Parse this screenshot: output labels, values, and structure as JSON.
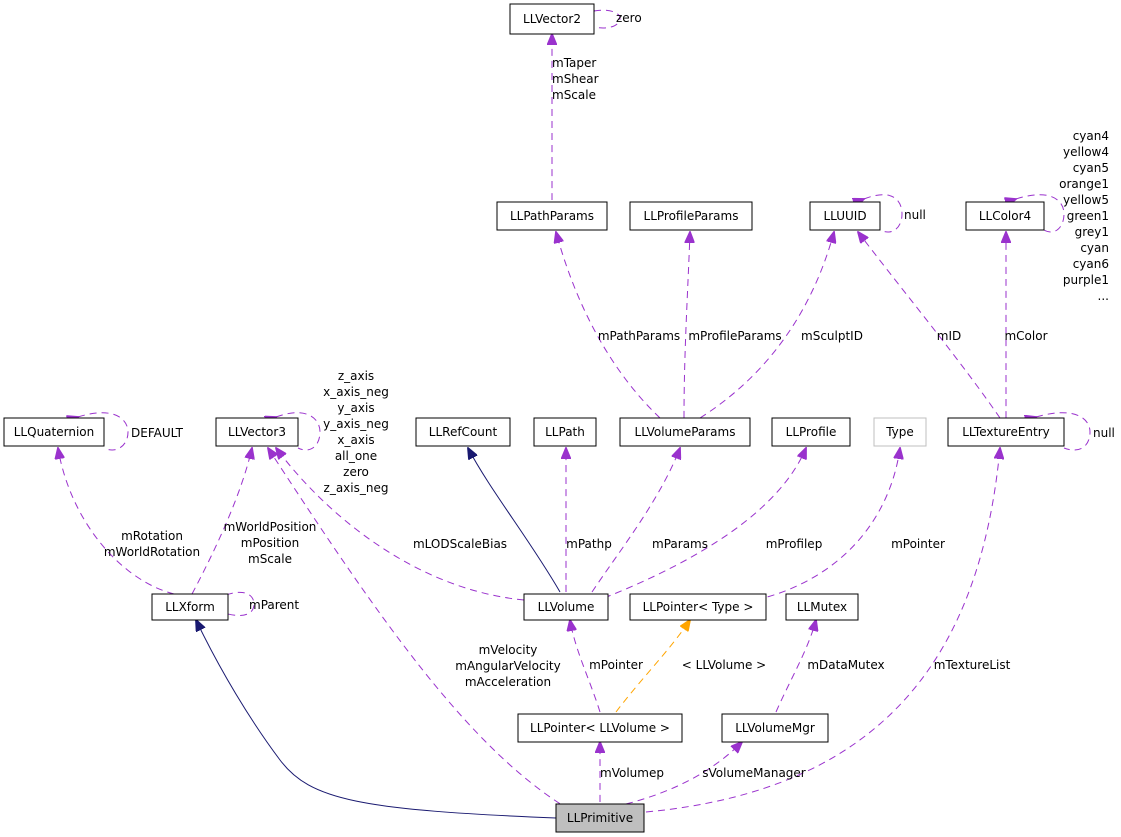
{
  "nodes": {
    "llvector2": "LLVector2",
    "llpathparams": "LLPathParams",
    "llprofileparams": "LLProfileParams",
    "lluuid": "LLUUID",
    "llcolor4": "LLColor4",
    "llquaternion": "LLQuaternion",
    "llvector3": "LLVector3",
    "llrefcount": "LLRefCount",
    "llpath": "LLPath",
    "llvolumeparams": "LLVolumeParams",
    "llprofile": "LLProfile",
    "type": "Type",
    "lltextureentry": "LLTextureEntry",
    "llxform": "LLXform",
    "llvolume": "LLVolume",
    "llpointer_type": "LLPointer< Type >",
    "llmutex": "LLMutex",
    "llpointer_llvolume": "LLPointer< LLVolume >",
    "llvolumemgr": "LLVolumeMgr",
    "llprimitive": "LLPrimitive"
  },
  "edge_labels": {
    "vector2_self": [
      "zero"
    ],
    "vector2_to_pathparams": [
      "mTaper",
      "mShear",
      "mScale"
    ],
    "uuid_self": [
      "null"
    ],
    "color4_self": [
      "cyan4",
      "yellow4",
      "cyan5",
      "orange1",
      "yellow5",
      "green1",
      "grey1",
      "cyan",
      "cyan6",
      "purple1",
      "..."
    ],
    "pathparams_to_volumeparams": [
      "mPathParams"
    ],
    "profileparams_to_volumeparams": [
      "mProfileParams"
    ],
    "uuid_to_volumeparams": [
      "mSculptID"
    ],
    "uuid_to_textureentry": [
      "mID"
    ],
    "color4_to_textureentry": [
      "mColor"
    ],
    "quaternion_self": [
      "DEFAULT"
    ],
    "vector3_self": [
      "z_axis",
      "x_axis_neg",
      "y_axis",
      "y_axis_neg",
      "x_axis",
      "all_one",
      "zero",
      "z_axis_neg"
    ],
    "textureentry_self": [
      "null"
    ],
    "quaternion_to_xform": [
      "mRotation",
      "mWorldRotation"
    ],
    "vector3_to_xform": [
      "mWorldPosition",
      "mPosition",
      "mScale"
    ],
    "vector3_to_volume": [
      "mLODScaleBias"
    ],
    "path_to_volume": [
      "mPathp"
    ],
    "volumeparams_to_volume": [
      "mParams"
    ],
    "profile_to_volume": [
      "mProfilep"
    ],
    "type_to_pointer": [
      "mPointer"
    ],
    "xform_self": [
      "mParent"
    ],
    "vector3_to_primitive": [
      "mVelocity",
      "mAngularVelocity",
      "mAcceleration"
    ],
    "volume_to_pointerllvolume": [
      "mPointer"
    ],
    "pointertype_to_pointerllvolume": [
      "< LLVolume >"
    ],
    "mutex_to_volumemgr": [
      "mDataMutex"
    ],
    "textureentry_to_primitive": [
      "mTextureList"
    ],
    "pointerllvolume_to_primitive": [
      "mVolumep"
    ],
    "volumemgr_to_primitive": [
      "sVolumeManager"
    ]
  },
  "colors": {
    "member_edge": "#9a32cd",
    "inheritance_edge": "#191970",
    "template_edge": "#ffa500",
    "focus_fill": "#bfbfbf"
  }
}
